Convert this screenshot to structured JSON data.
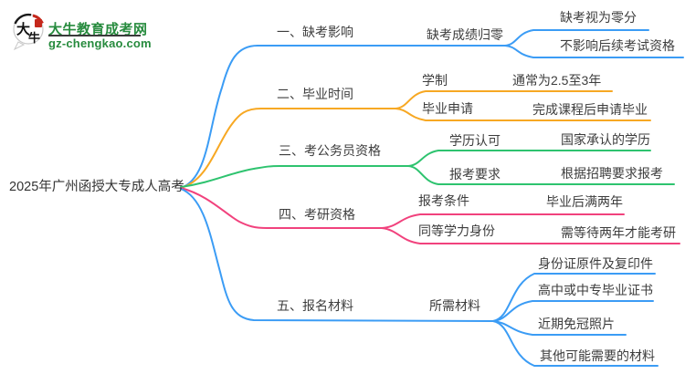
{
  "logo": {
    "site_name": "大牛教育成考网",
    "site_url": "gz-chengkao.com",
    "icon_text_1": "大",
    "icon_text_2": "牛",
    "brand_color": "#278b3e"
  },
  "central": {
    "topic": "2025年广州函授大专成人高考"
  },
  "colors": {
    "blue": "#3b9cf5",
    "orange": "#f7a823",
    "green": "#2ec36f",
    "pink": "#f1427d",
    "text": "#3d3d3d"
  },
  "branches": [
    {
      "label": "一、缺考影响",
      "color": "#3b9cf5",
      "children": [
        {
          "label": "缺考成绩归零",
          "children": [
            {
              "label": "缺考视为零分"
            },
            {
              "label": "不影响后续考试资格"
            }
          ]
        }
      ]
    },
    {
      "label": "二、毕业时间",
      "color": "#f7a823",
      "children": [
        {
          "label": "学制",
          "value": "通常为2.5至3年"
        },
        {
          "label": "毕业申请",
          "value": "完成课程后申请毕业"
        }
      ]
    },
    {
      "label": "三、考公务员资格",
      "color": "#2ec36f",
      "children": [
        {
          "label": "学历认可",
          "value": "国家承认的学历"
        },
        {
          "label": "报考要求",
          "value": "根据招聘要求报考"
        }
      ]
    },
    {
      "label": "四、考研资格",
      "color": "#f1427d",
      "children": [
        {
          "label": "报考条件",
          "value": "毕业后满两年"
        },
        {
          "label": "同等学力身份",
          "value": "需等待两年才能考研"
        }
      ]
    },
    {
      "label": "五、报名材料",
      "color": "#3b9cf5",
      "children": [
        {
          "label": "所需材料",
          "children": [
            {
              "label": "身份证原件及复印件"
            },
            {
              "label": "高中或中专毕业证书"
            },
            {
              "label": "近期免冠照片"
            },
            {
              "label": "其他可能需要的材料"
            }
          ]
        }
      ]
    }
  ]
}
